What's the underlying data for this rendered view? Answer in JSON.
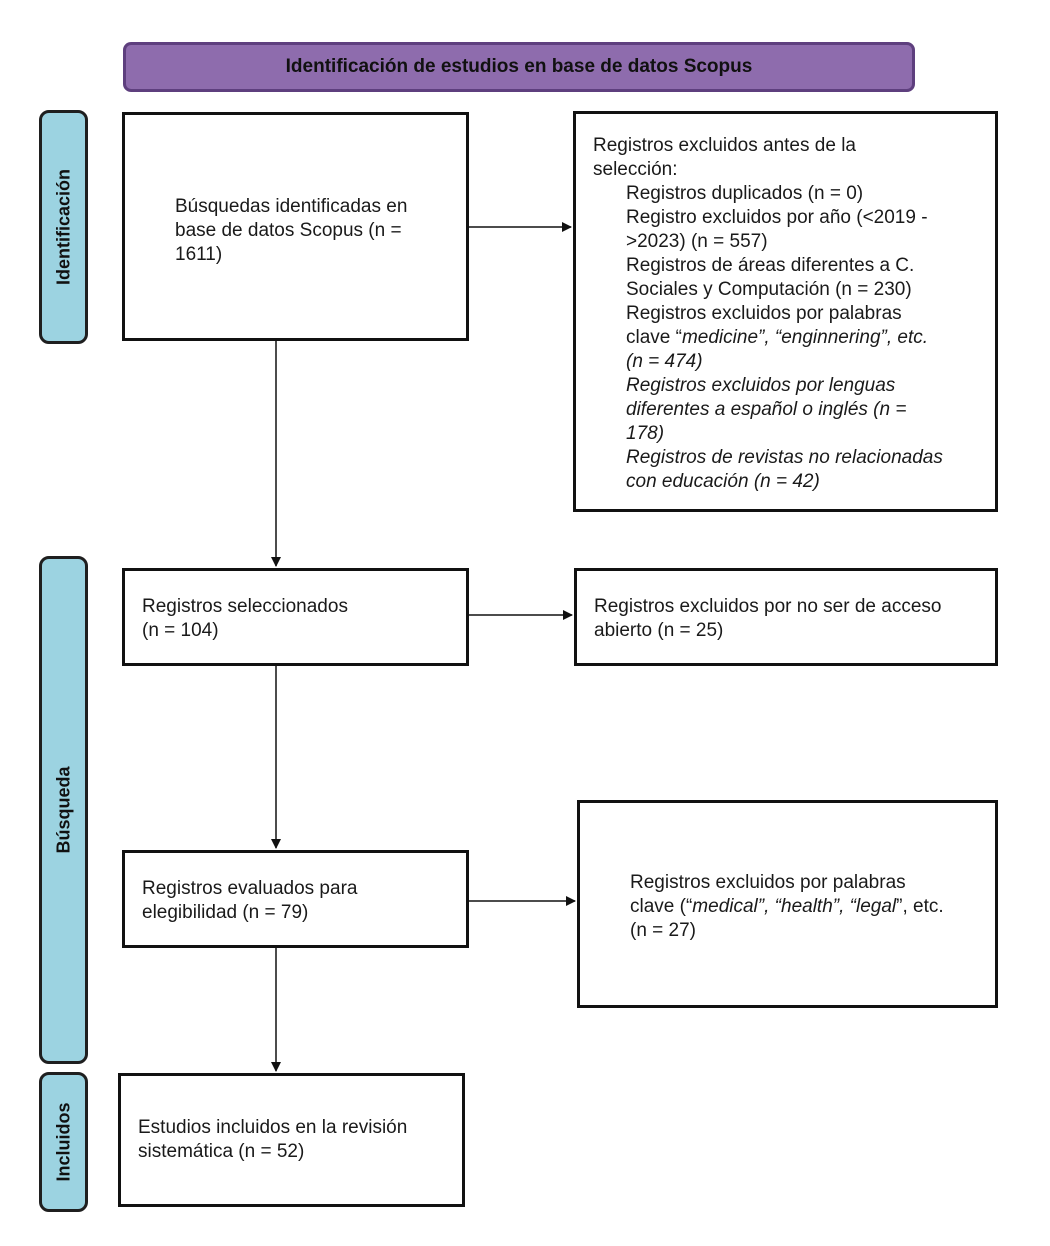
{
  "header": {
    "title": "Identificación de estudios en base de datos Scopus"
  },
  "phases": {
    "identificacion": "Identificación",
    "busqueda": "Búsqueda",
    "incluidos": "Incluidos"
  },
  "boxes": {
    "identified": {
      "lines": [
        "Búsquedas identificadas en",
        "base de datos Scopus (n =",
        "1611)"
      ]
    },
    "excluded_before": {
      "heading_lines": [
        "Registros excluidos antes de la",
        "selección:"
      ],
      "items": [
        "Registros duplicados (n = 0)",
        "Registro excluidos por año (<2019 -",
        ">2023) (n = 557)",
        "Registros de áreas diferentes a C.",
        "Sociales y Computación (n = 230)",
        "Registros excluidos por palabras"
      ],
      "kw_line_prefix": "clave “",
      "kw_line_italic": "medicine”, “enginnering”, etc.",
      "italic_lines": [
        "(n = 474)",
        "Registros excluidos por lenguas",
        "diferentes a español o inglés (n =",
        "178)",
        "Registros de revistas no relacionadas",
        "con educación (n = 42)"
      ]
    },
    "selected": {
      "lines": [
        "Registros seleccionados",
        "(n = 104)"
      ]
    },
    "excluded_open": {
      "lines": [
        "Registros excluidos por no ser de acceso",
        "abierto (n = 25)"
      ]
    },
    "evaluated": {
      "lines": [
        "Registros evaluados para",
        "elegibilidad (n = 79)"
      ]
    },
    "excluded_keywords": {
      "line1": "Registros excluidos por palabras",
      "line2_a": "clave (“",
      "line2_b": "medical",
      "line2_c": "”, “",
      "line2_d": "health",
      "line2_e": "”, “",
      "line2_f": "legal",
      "line2_g": "”, etc.",
      "line3": "(n = 27)"
    },
    "included": {
      "lines": [
        "Estudios incluidos en la revisión",
        "sistemática (n = 52)"
      ]
    }
  }
}
